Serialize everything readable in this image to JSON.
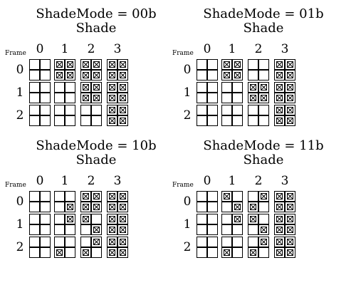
{
  "labels": {
    "frame": "Frame",
    "shade": "Shade"
  },
  "shade_columns": [
    "0",
    "1",
    "2",
    "3"
  ],
  "frame_rows": [
    "0",
    "1",
    "2"
  ],
  "panels": [
    {
      "title": "ShadeMode = 00b",
      "patterns": [
        [
          [
            0,
            0,
            0,
            0
          ],
          [
            1,
            1,
            1,
            1
          ],
          [
            1,
            1,
            1,
            1
          ],
          [
            1,
            1,
            1,
            1
          ]
        ],
        [
          [
            0,
            0,
            0,
            0
          ],
          [
            0,
            0,
            0,
            0
          ],
          [
            1,
            1,
            1,
            1
          ],
          [
            1,
            1,
            1,
            1
          ]
        ],
        [
          [
            0,
            0,
            0,
            0
          ],
          [
            0,
            0,
            0,
            0
          ],
          [
            0,
            0,
            0,
            0
          ],
          [
            1,
            1,
            1,
            1
          ]
        ]
      ]
    },
    {
      "title": "ShadeMode = 01b",
      "patterns": [
        [
          [
            0,
            0,
            0,
            0
          ],
          [
            1,
            1,
            1,
            1
          ],
          [
            0,
            0,
            0,
            0
          ],
          [
            1,
            1,
            1,
            1
          ]
        ],
        [
          [
            0,
            0,
            0,
            0
          ],
          [
            0,
            0,
            0,
            0
          ],
          [
            1,
            1,
            1,
            1
          ],
          [
            1,
            1,
            1,
            1
          ]
        ],
        [
          [
            0,
            0,
            0,
            0
          ],
          [
            0,
            0,
            0,
            0
          ],
          [
            0,
            0,
            0,
            0
          ],
          [
            1,
            1,
            1,
            1
          ]
        ]
      ]
    },
    {
      "title": "ShadeMode = 10b",
      "patterns": [
        [
          [
            0,
            0,
            0,
            0
          ],
          [
            0,
            0,
            0,
            1
          ],
          [
            1,
            1,
            1,
            1
          ],
          [
            1,
            1,
            1,
            1
          ]
        ],
        [
          [
            0,
            0,
            0,
            0
          ],
          [
            0,
            1,
            0,
            0
          ],
          [
            1,
            0,
            0,
            1
          ],
          [
            1,
            1,
            1,
            1
          ]
        ],
        [
          [
            0,
            0,
            0,
            0
          ],
          [
            0,
            0,
            1,
            0
          ],
          [
            0,
            1,
            1,
            0
          ],
          [
            1,
            1,
            1,
            1
          ]
        ]
      ]
    },
    {
      "title": "ShadeMode = 11b",
      "patterns": [
        [
          [
            0,
            0,
            0,
            0
          ],
          [
            1,
            0,
            0,
            1
          ],
          [
            0,
            1,
            1,
            0
          ],
          [
            1,
            1,
            1,
            1
          ]
        ],
        [
          [
            0,
            0,
            0,
            0
          ],
          [
            0,
            1,
            0,
            0
          ],
          [
            1,
            0,
            0,
            1
          ],
          [
            1,
            1,
            1,
            1
          ]
        ],
        [
          [
            0,
            0,
            0,
            0
          ],
          [
            0,
            0,
            1,
            0
          ],
          [
            0,
            1,
            1,
            0
          ],
          [
            1,
            1,
            1,
            1
          ]
        ]
      ]
    }
  ]
}
